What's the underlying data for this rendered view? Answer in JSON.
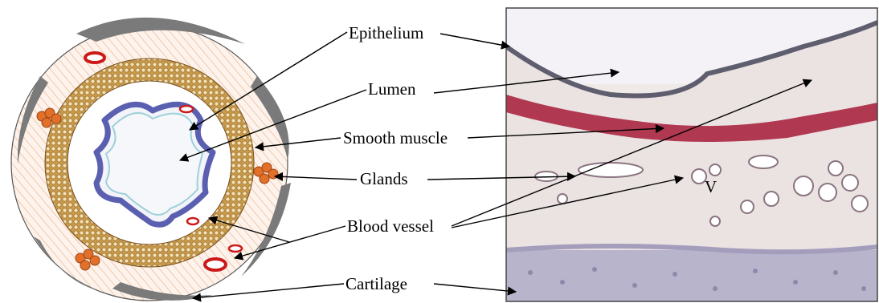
{
  "labels": {
    "epithelium": "Epithelium",
    "lumen": "Lumen",
    "smooth_muscle": "Smooth muscle",
    "glands": "Glands",
    "blood_vessel": "Blood vessel",
    "cartilage": "Cartilage",
    "micrograph_vessel_marker": "V"
  },
  "colors": {
    "cartilage_fill": "#fbe6d6",
    "cartilage_plates": "#7a7a7a",
    "muscle_ring": "#c89a4a",
    "epithelium_blue": "#5a5fb0",
    "lumen_fill": "#f2f4fa",
    "vessel_red": "#cc1a1a",
    "gland_orange": "#e0702a",
    "micrograph_muscle": "#b03850",
    "micrograph_background": "#efeae8",
    "micrograph_cartilage": "#b8b4cc"
  }
}
